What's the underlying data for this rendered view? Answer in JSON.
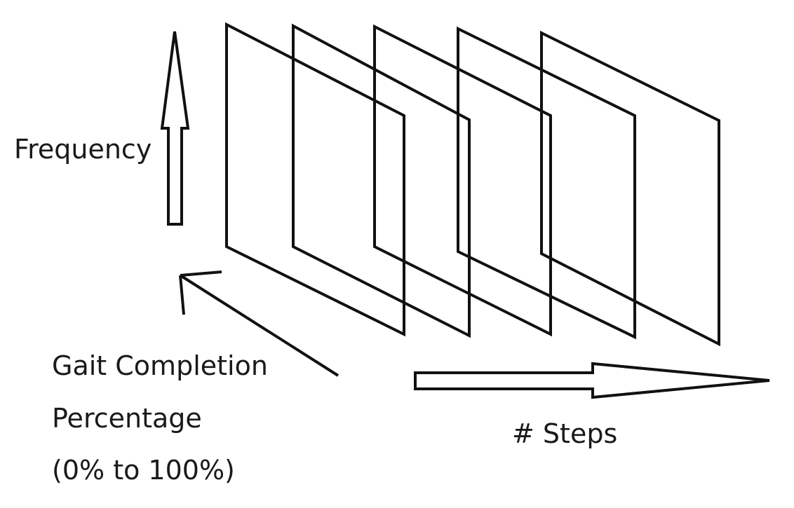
{
  "labels": {
    "frequency": "Frequency",
    "gait_line1": "Gait Completion",
    "gait_line2": "Percentage",
    "gait_line3": "(0% to 100%)",
    "steps": "# Steps"
  },
  "frames_count": 5,
  "stroke_color": "#111111"
}
